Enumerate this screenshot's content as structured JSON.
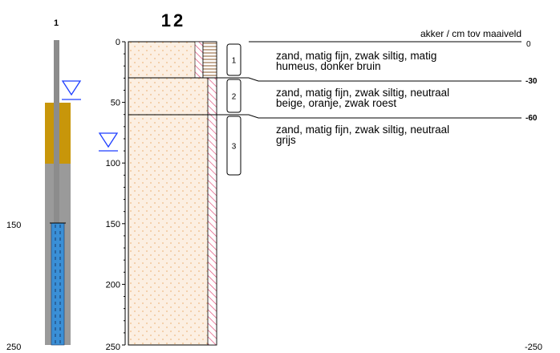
{
  "well": {
    "label": "1",
    "depth_150_label": "150",
    "depth_250_label": "250",
    "cap_color": "#C8960A",
    "filter_color": "#3A8FD6",
    "tube_color": "#9A9A9A",
    "water_level_color": "#1F3FFF"
  },
  "profile": {
    "title": "12",
    "surface_note": "akker / cm tov maaiveld",
    "axis_ticks": [
      "0",
      "50",
      "100",
      "150",
      "200",
      "250"
    ],
    "axis_max_cm": 250,
    "layers": [
      {
        "num": "1",
        "top_cm": 0,
        "bottom_cm": 30,
        "top_label": "0",
        "bottom_label": "-30",
        "desc_line1": "zand, matig fijn, zwak siltig, matig",
        "desc_line2": "humeus, donker bruin",
        "humus": true
      },
      {
        "num": "2",
        "top_cm": 30,
        "bottom_cm": 60,
        "top_label": "-30",
        "bottom_label": "-60",
        "desc_line1": "zand, matig fijn, zwak siltig, neutraal",
        "desc_line2": "beige, oranje, zwak roest",
        "humus": false
      },
      {
        "num": "3",
        "top_cm": 60,
        "bottom_cm": 250,
        "top_label": "-60",
        "bottom_label": "-250",
        "desc_line1": "zand, matig fijn, zwak siltig, neutraal",
        "desc_line2": "grijs",
        "humus": false
      }
    ],
    "sand_fill": "#FCEFE2",
    "sand_dot": "#F2C79A",
    "hatch_color": "#E0507A",
    "humus_color": "#8B5A2B"
  }
}
